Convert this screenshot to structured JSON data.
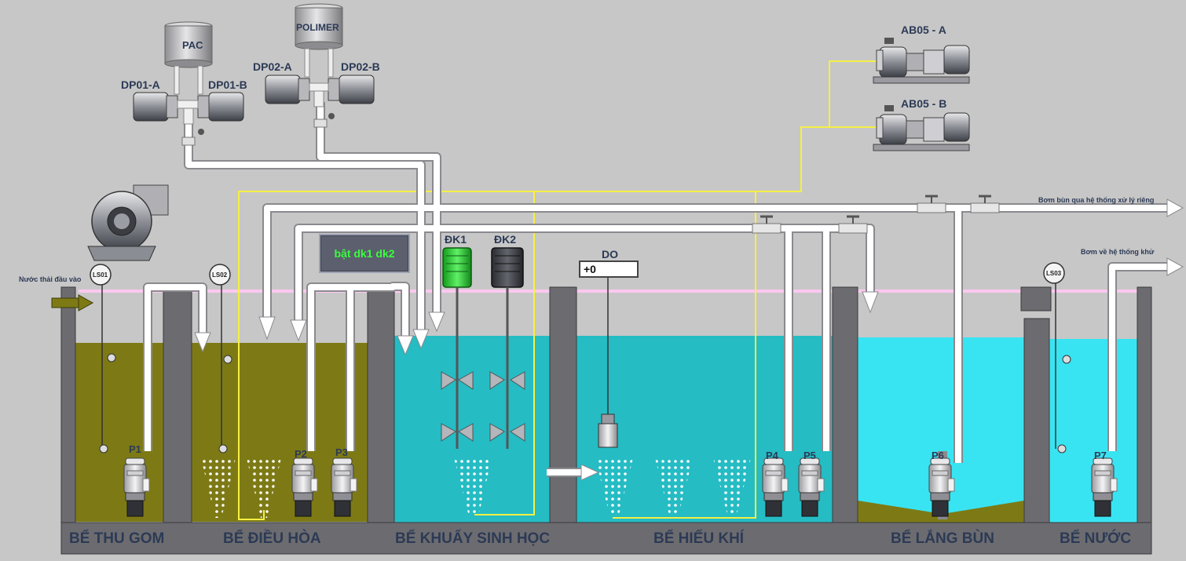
{
  "tanks": {
    "thu_gom": "BỂ THU GOM",
    "dieu_hoa": "BỂ ĐIỀU HÒA",
    "khuay": "BỂ KHUẤY SINH HỌC",
    "hieu_khi": "BỂ HIẾU KHÍ",
    "lang_bun": "BỂ LẮNG BÙN",
    "nuoc": "BỂ NƯỚC"
  },
  "chemicals": {
    "pac": "PAC",
    "polimer": "POLIMER"
  },
  "dosing_pumps": {
    "dp01a": "DP01-A",
    "dp01b": "DP01-B",
    "dp02a": "DP02-A",
    "dp02b": "DP02-B"
  },
  "blowers": {
    "ab05a": "AB05 - A",
    "ab05b": "AB05 - B"
  },
  "mixers": {
    "dk1": "ĐK1",
    "dk2": "ĐK2"
  },
  "pumps": {
    "p1": "P1",
    "p2": "P2",
    "p3": "P3",
    "p4": "P4",
    "p5": "P5",
    "p6": "P6",
    "p7": "P7"
  },
  "level_switches": {
    "ls01": "LS01",
    "ls02": "LS02",
    "ls03": "LS03"
  },
  "do_sensor": {
    "label": "DO",
    "value": "+0"
  },
  "control": {
    "button_label": "bật dk1 dk2"
  },
  "notes": {
    "inlet": "Nước thải đầu vào",
    "sludge_out": "Bơm bùn qua hệ thống xử lý riêng",
    "water_out": "Bơm về hệ thống khử"
  },
  "colors": {
    "background": "#c7c7c7",
    "wastewater": "#7d7a16",
    "bio_water": "#25bcc4",
    "clear_water": "#39e4f2",
    "wall": "#6c6c70",
    "air_line": "#f5f044",
    "pipe": "#ffffff",
    "mixer_on": "#27d635",
    "mixer_off": "#3d4046",
    "button_text": "#39ff3c"
  }
}
